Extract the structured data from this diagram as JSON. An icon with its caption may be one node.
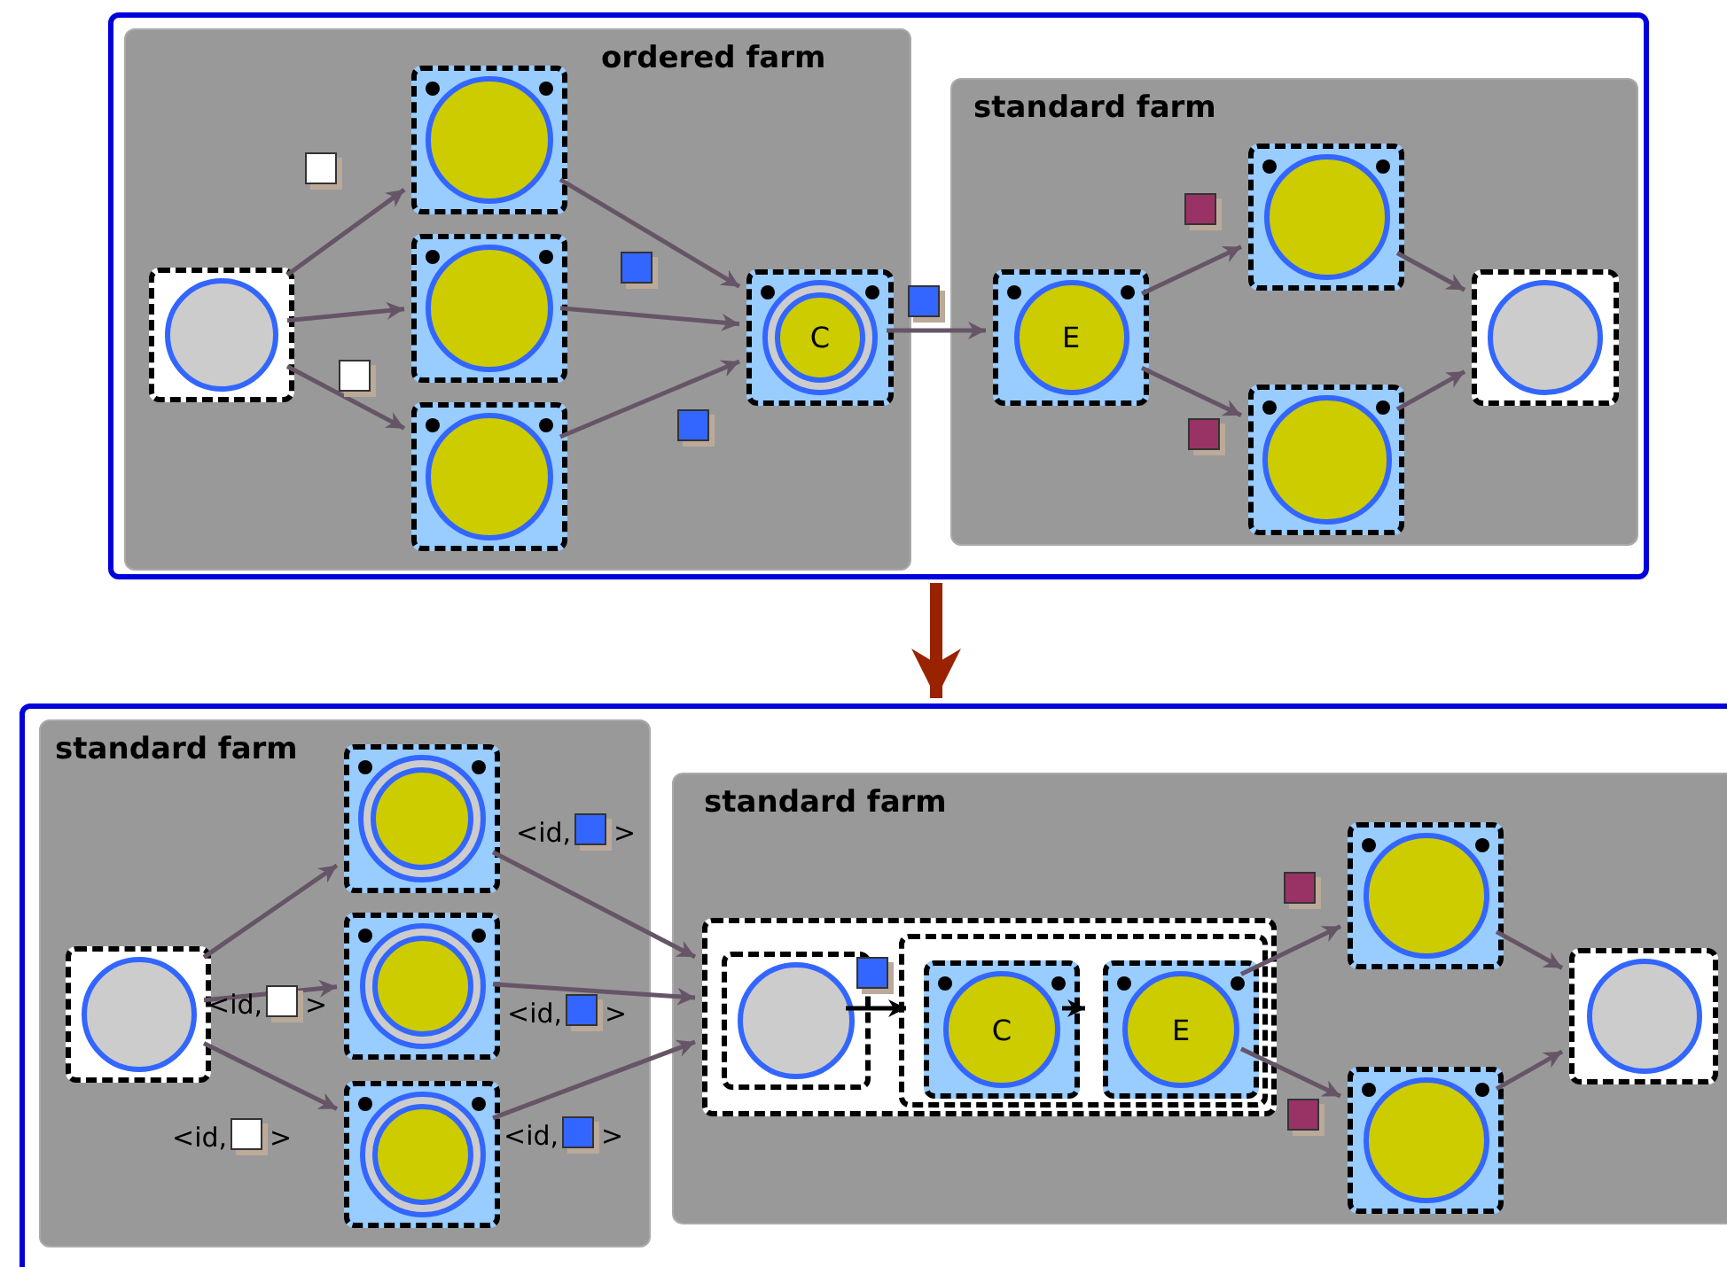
{
  "diagram": {
    "nodes": [
      {
        "text": [],
        "shape": "box"
      },
      {
        "text": [
          "ordered farm"
        ],
        "in": 0
      },
      {
        "text": [],
        "shape": "box",
        "in": 1
      },
      {
        "text": [],
        "shape": "box",
        "in": 1
      },
      {
        "text": [],
        "shape": "box",
        "in": 1
      },
      {
        "text": [],
        "shape": "box",
        "in": 1
      },
      {
        "text": [
          "C"
        ],
        "in": 1
      },
      {
        "text": [
          "standard farm"
        ],
        "in": 0
      },
      {
        "text": [
          "E"
        ],
        "in": 7
      },
      {
        "text": [],
        "shape": "box",
        "in": 7
      },
      {
        "text": [],
        "shape": "box",
        "in": 7
      },
      {
        "text": [],
        "shape": "box",
        "in": 7
      },
      {
        "text": [],
        "shape": "box"
      },
      {
        "text": [
          "standard farm"
        ],
        "in": 12
      },
      {
        "text": [],
        "shape": "box",
        "in": 13
      },
      {
        "text": [],
        "shape": "box",
        "in": 13
      },
      {
        "text": [],
        "shape": "box",
        "in": 13
      },
      {
        "text": [],
        "shape": "box",
        "in": 13
      },
      {
        "text": [
          "standard farm"
        ],
        "in": 12
      },
      {
        "text": [],
        "shape": "box",
        "in": 18
      },
      {
        "text": [],
        "shape": "box",
        "in": 19
      },
      {
        "text": [],
        "shape": "box",
        "in": 19
      },
      {
        "text": [
          "C"
        ],
        "in": 21
      },
      {
        "text": [
          "E"
        ],
        "in": 21
      },
      {
        "text": [],
        "shape": "box",
        "in": 18
      },
      {
        "text": [],
        "shape": "box",
        "in": 18
      },
      {
        "text": [],
        "shape": "box",
        "in": 18
      }
    ],
    "edges": [
      {
        "from": 2,
        "to": 3,
        "arrow": "to"
      },
      {
        "from": 2,
        "to": 4,
        "arrow": "to"
      },
      {
        "from": 2,
        "to": 5,
        "arrow": "to"
      },
      {
        "from": 3,
        "to": 6,
        "arrow": "to"
      },
      {
        "from": 4,
        "to": 6,
        "arrow": "to"
      },
      {
        "from": 5,
        "to": 6,
        "arrow": "to"
      },
      {
        "from": 6,
        "to": 8,
        "arrow": "to"
      },
      {
        "from": 8,
        "to": 9,
        "arrow": "to"
      },
      {
        "from": 8,
        "to": 10,
        "arrow": "to"
      },
      {
        "from": 9,
        "to": 11,
        "arrow": "to"
      },
      {
        "from": 10,
        "to": 11,
        "arrow": "to"
      },
      {
        "from": 0,
        "to": 12,
        "arrow": "to",
        "style": "thick",
        "color": "#992200"
      },
      {
        "from": 14,
        "to": 15,
        "arrow": "to"
      },
      {
        "from": 14,
        "to": 16,
        "arrow": "to",
        "label": "<id, >"
      },
      {
        "from": 14,
        "to": 17,
        "arrow": "to",
        "label": "<id, >"
      },
      {
        "from": 15,
        "to": 19,
        "arrow": "to",
        "label": "<id, >"
      },
      {
        "from": 16,
        "to": 19,
        "arrow": "to",
        "label": "<id, >"
      },
      {
        "from": 17,
        "to": 19,
        "arrow": "to",
        "label": "<id, >"
      },
      {
        "from": 20,
        "to": 22,
        "arrow": "to",
        "color": "#000000"
      },
      {
        "from": 22,
        "to": 23,
        "arrow": "to",
        "color": "#000000"
      },
      {
        "from": 23,
        "to": 24,
        "arrow": "to"
      },
      {
        "from": 23,
        "to": 25,
        "arrow": "to"
      },
      {
        "from": 24,
        "to": 26,
        "arrow": "to"
      },
      {
        "from": 25,
        "to": 26,
        "arrow": "to"
      }
    ]
  }
}
